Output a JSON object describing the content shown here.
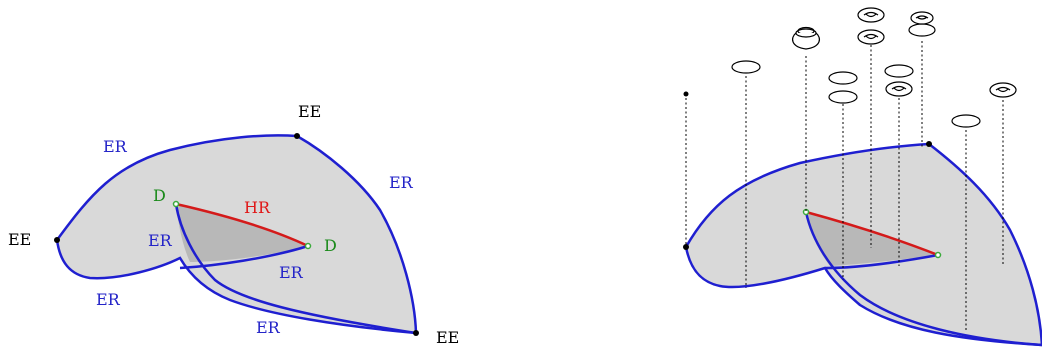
{
  "left_diagram": {
    "labels": {
      "ee_top": "EE",
      "ee_left": "EE",
      "ee_bottom_right": "EE",
      "er_top_left": "ER",
      "er_right": "ER",
      "er_inner_left": "ER",
      "er_inner_bottom": "ER",
      "er_bottom_left": "ER",
      "er_bottom": "ER",
      "d_upper": "D",
      "d_right": "D",
      "hr": "HR"
    }
  },
  "colors": {
    "region_fill": "#d9d9d9",
    "overlap_fill": "#b8b8b8",
    "boundary_er": "#1f1fd0",
    "boundary_hr": "#d41a1a",
    "label_er": "#2424c8",
    "label_hr": "#e01818",
    "label_d": "#1a8a1a",
    "label_ee": "#000000",
    "dot_ee": "#000000",
    "dot_d": "#3aaa3a"
  }
}
